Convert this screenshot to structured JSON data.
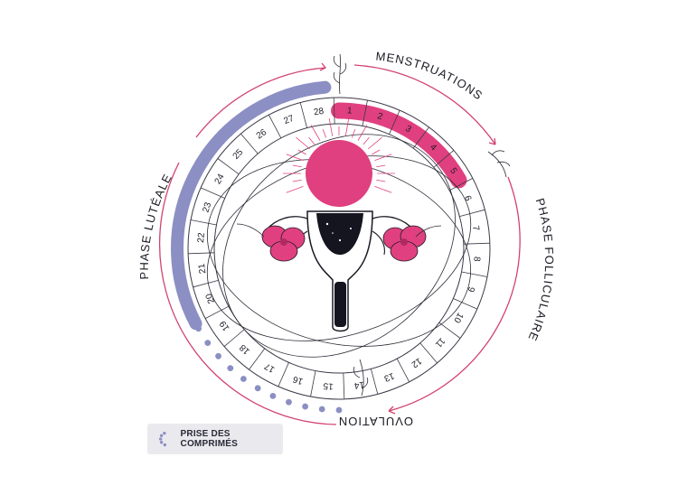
{
  "colors": {
    "menstruation": "#e0407f",
    "luteal": "#8b8fc3",
    "pill_dot": "#8b8fc3",
    "outline": "#1a1a24",
    "arrow": "#d2436f",
    "panel": "#e9e9ee"
  },
  "cycle": {
    "days": [
      "1",
      "2",
      "3",
      "4",
      "5",
      "6",
      "7",
      "8",
      "9",
      "10",
      "11",
      "12",
      "13",
      "14",
      "15",
      "16",
      "17",
      "18",
      "19",
      "20",
      "21",
      "22",
      "23",
      "24",
      "25",
      "26",
      "27",
      "28"
    ],
    "menstruation_days": [
      1,
      5
    ],
    "luteal_days": [
      20,
      28
    ],
    "pill_dot_count": 12
  },
  "phases": {
    "menstruation": "MENSTRUATIONS",
    "follicular": "PHASE FOLLICULAIRE",
    "ovulation": "OVULATION",
    "luteal": "PHASE LUTÉALE"
  },
  "legend": {
    "label": "PRISE DES COMPRIMÉS",
    "icon": "pill-dots-icon"
  },
  "illustration": {
    "sun": "sun-icon",
    "uterus": "uterus-icon",
    "flowers": "flower-icon"
  }
}
